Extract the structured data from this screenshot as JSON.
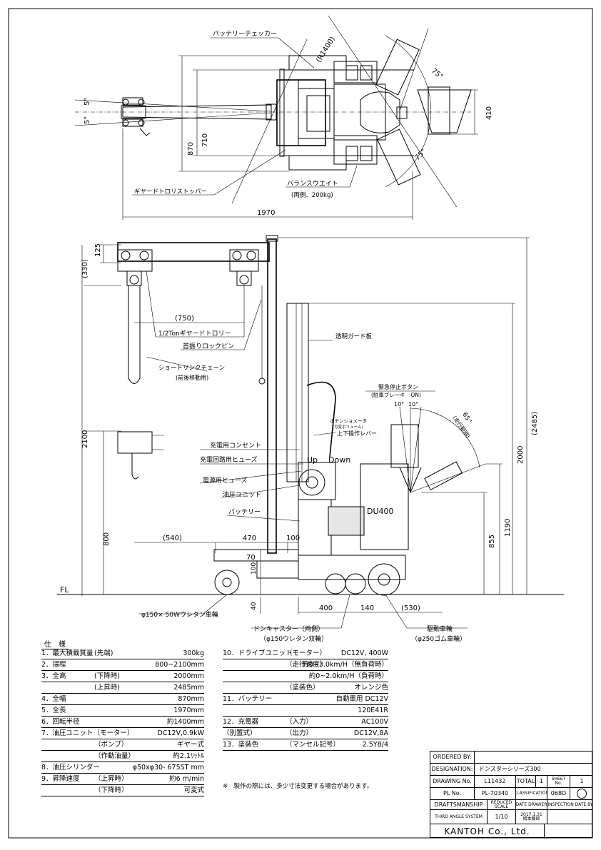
{
  "top_view": {
    "battery_checker": "バッテリーチェッカー",
    "radius": "(R1400)",
    "angle_top": "75°",
    "angle_bottom": "75°",
    "dim_410": "410",
    "angle_left_a": "5°",
    "angle_left_b": "5°",
    "dim_870": "870",
    "dim_710": "710",
    "geared_trolley_stopper": "ギヤードトロリストッパー",
    "balance_weight": "バランスウエイト",
    "balance_weight_note": "(両側、200kg)",
    "dim_1970": "1970"
  },
  "side_view": {
    "dim_125": "125",
    "dim_330": "(330)",
    "dim_750": "(750)",
    "trolley": "1/2Tonギヤードトロリー",
    "lock_pin": "首振りロックピン",
    "chain": "ショートリンクチェーン",
    "chain_note": "(前後移動用)",
    "guard": "透明ガード板",
    "emergency_stop": "緊急停止ボタン",
    "emergency_note": "(駐車ブレーキ　ON)",
    "potentiometer": "ポテンショメータ",
    "potentiometer_note": "(可変ボリューム)",
    "lift_lever": "上下操作レバー",
    "angle_10a": "10°",
    "angle_10b": "10°",
    "angle_65": "65°",
    "travel_range": "(走行範囲)",
    "charging_outlet": "充電用コンセント",
    "charging_fuse": "充電回路用ヒューズ",
    "up": "Up",
    "down": "Down",
    "power_fuse": "電源用ヒューズ",
    "hydraulic_unit": "油圧ユニット",
    "battery": "バッテリー",
    "model": "DU400",
    "dim_2100": "2100",
    "dim_800": "800",
    "dim_540": "(540)",
    "dim_470": "470",
    "dim_100a": "100",
    "dim_70": "70",
    "dim_100b": "100",
    "dim_40": "40",
    "fl": "FL",
    "dim_400": "400",
    "dim_140": "140",
    "dim_530": "(530)",
    "dim_2485": "(2485)",
    "dim_2000": "2000",
    "dim_1190": "1190",
    "dim_855": "855",
    "wheel_front": "φ150× 50Wウレタン車輪",
    "caster": "ドンキャスター（両側）",
    "caster_note": "（φ150ウレタン双輪）",
    "drive_wheel": "駆動車輪",
    "drive_wheel_note": "（φ250ゴム車輪）"
  },
  "specs": {
    "title": "仕　様",
    "left": [
      {
        "a": "1．最大積載質量",
        "b": "(先端)",
        "c": "300kg"
      },
      {
        "a": "2．揚程",
        "b": "",
        "c": "800~2100mm"
      },
      {
        "a": "3．全高",
        "b": "(下降時)",
        "c": "2000mm"
      },
      {
        "a": "",
        "b": "(上昇時)",
        "c": "2485mm"
      },
      {
        "a": "4．全幅",
        "b": "",
        "c": "870mm"
      },
      {
        "a": "5．全長",
        "b": "",
        "c": "1970mm"
      },
      {
        "a": "6．回転半径",
        "b": "",
        "c": "約1400mm"
      },
      {
        "a": "7．油圧ユニット（モーター）",
        "b": "",
        "c": "DC12V,0.9kW"
      },
      {
        "a": "",
        "b": "（ポンプ）",
        "c": "ギヤー式"
      },
      {
        "a": "",
        "b": "（作動油量）",
        "c": "約2.1ﾘｯﾄﾙ"
      },
      {
        "a": "8．油圧シリンダー",
        "b": "",
        "c": "φ50xφ30- 675ST mm"
      },
      {
        "a": "9．昇降速度",
        "b": "（上昇時）",
        "c": "約6 m/min"
      },
      {
        "a": "",
        "b": "（下降時）",
        "c": "可変式"
      }
    ],
    "right": [
      {
        "a": "10．ドライブユニット",
        "b": "（モーター）",
        "c": "DC12V, 400W"
      },
      {
        "a": "",
        "b": "（走行速度）",
        "c": "約0~3.0km/H（無負荷時）"
      },
      {
        "a": "",
        "b": "",
        "c": "約0~2.0km/H（負荷時）"
      },
      {
        "a": "",
        "b": "（塗装色）",
        "c": "オレンジ色"
      },
      {
        "a": "11．バッテリー",
        "b": "",
        "c": "自動車用 DC12V"
      },
      {
        "a": "",
        "b": "",
        "c": "120E41R"
      },
      {
        "a": "12．充電器",
        "b": "（入力）",
        "c": "AC100V"
      },
      {
        "a": "（別置式）",
        "b": "（出力）",
        "c": "DC12V,8A"
      },
      {
        "a": "13．塗装色",
        "b": "（マンセル記号）",
        "c": "2.5Y8/4"
      }
    ],
    "note": "※　製作の際には、多少寸法変更する場合があります。"
  },
  "title_block": {
    "ordered_by_label": "ORDERED BY:",
    "ordered_by_value": "",
    "designation_label": "DESIGNATION:",
    "designation_value": "ドンスターシリーズ300",
    "drawing_no_label": "DRAWING No.",
    "drawing_no_value": "L11432",
    "total_label": "TOTAL",
    "total_value": "1",
    "sheet_label": "SHEET No.",
    "sheet_value": "1",
    "pl_no_label": "PL No.",
    "pl_no_value": "PL-70340",
    "classification_label": "CLASSIFICATION",
    "classification_value": "068D",
    "draftsmanship_label": "DRAFTSMANSHIP",
    "reduced_scale_label": "REDUCED SCALE",
    "date_drawer_label": "DATE DRAWER",
    "inspection_label": "INSPECTION DATE BY",
    "third_angle_label": "THIRD ANGLE SYSTEM",
    "scale_value": "1/10",
    "date_value": "2017.1.31",
    "drawer_value": "橋本藤郎",
    "company": "KANTOH Co., Ltd."
  }
}
